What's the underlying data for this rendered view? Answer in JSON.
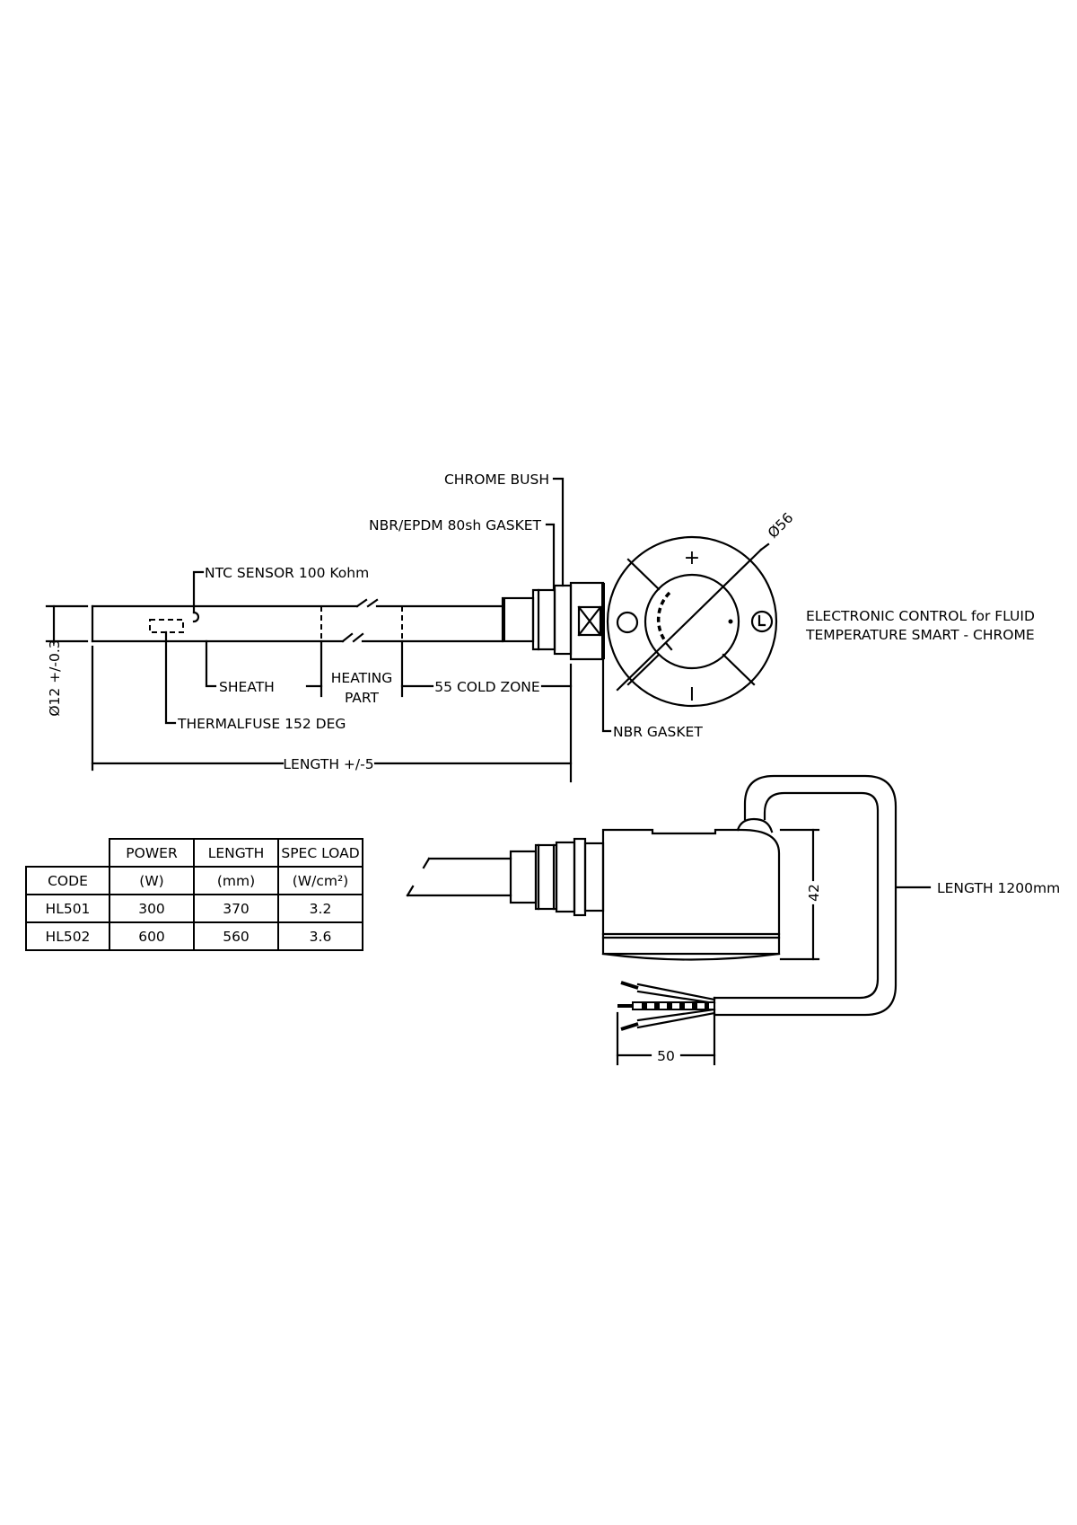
{
  "drawing": {
    "sheath_view": {
      "labels": {
        "chrome_bush": "CHROME BUSH",
        "gasket_top": "NBR/EPDM 80sh GASKET",
        "ntc_sensor": "NTC SENSOR 100 Kohm",
        "sheath": "SHEATH",
        "heating_part_1": "HEATING",
        "heating_part_2": "PART",
        "cold_zone": "55 COLD ZONE",
        "thermalfuse": "THERMALFUSE 152 DEG",
        "nbr_gasket": "NBR GASKET",
        "diameter": "Ø12 +/-0.3",
        "length": "LENGTH +/-5",
        "head_diameter": "Ø56"
      },
      "control_symbols": {
        "plus": "+",
        "minus": "I"
      },
      "description_line_1": "ELECTRONIC CONTROL for FLUID",
      "description_line_2": "TEMPERATURE SMART - CHROME"
    },
    "side_view": {
      "height_dim": "42",
      "wire_dim": "50",
      "cable_length": "LENGTH 1200mm"
    }
  },
  "spec_table": {
    "header_row_1": [
      "",
      "POWER",
      "LENGTH",
      "SPEC LOAD"
    ],
    "header_row_2": [
      "CODE",
      "(W)",
      "(mm)",
      "(W/cm²)"
    ],
    "rows": [
      [
        "HL501",
        "300",
        "370",
        "3.2"
      ],
      [
        "HL502",
        "600",
        "560",
        "3.6"
      ]
    ]
  }
}
